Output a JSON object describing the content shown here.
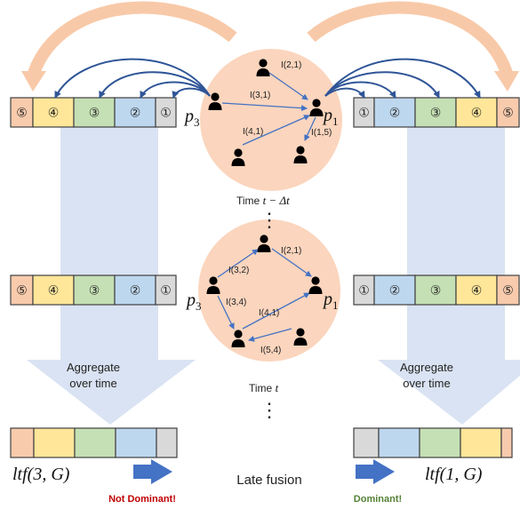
{
  "colors": {
    "slot1": "#d9d9d9",
    "slot2": "#bdd7ee",
    "slot3": "#c5e0b4",
    "slot4": "#ffe699",
    "slot5": "#f8cbad",
    "circle": "#fbd5bd",
    "big_arrow": "#f8c9a8",
    "blue_arrow": "#2f5597",
    "pillar": "#dae3f3",
    "not_dominant": "#c00000",
    "dominant": "#548235"
  },
  "slot_numbers": [
    "①",
    "②",
    "③",
    "④",
    "⑤"
  ],
  "slot_numbers_reversed": [
    "⑤",
    "④",
    "③",
    "②",
    "①"
  ],
  "top": {
    "time_label_prefix": "Time ",
    "time_label_math": "t − Δt",
    "edges": [
      "I(2,1)",
      "I(3,1)",
      "I(4,1)",
      "I(1,5)"
    ]
  },
  "middle": {
    "time_label_prefix": "Time ",
    "time_label_math": "t",
    "edges": [
      "I(2,1)",
      "I(3,2)",
      "I(3,4)",
      "I(4,1)",
      "I(5,4)"
    ]
  },
  "players": {
    "left": "p",
    "left_sub": "3",
    "right": "p",
    "right_sub": "1"
  },
  "vdots": "⋮",
  "aggregate": {
    "line1": "Aggregate",
    "line2": "over time"
  },
  "bottom": {
    "left_formula": "ltf(3, G)",
    "right_formula": "ltf(1, G)",
    "center_label": "Late fusion",
    "left_result": "Not Dominant!",
    "right_result": "Dominant!"
  }
}
